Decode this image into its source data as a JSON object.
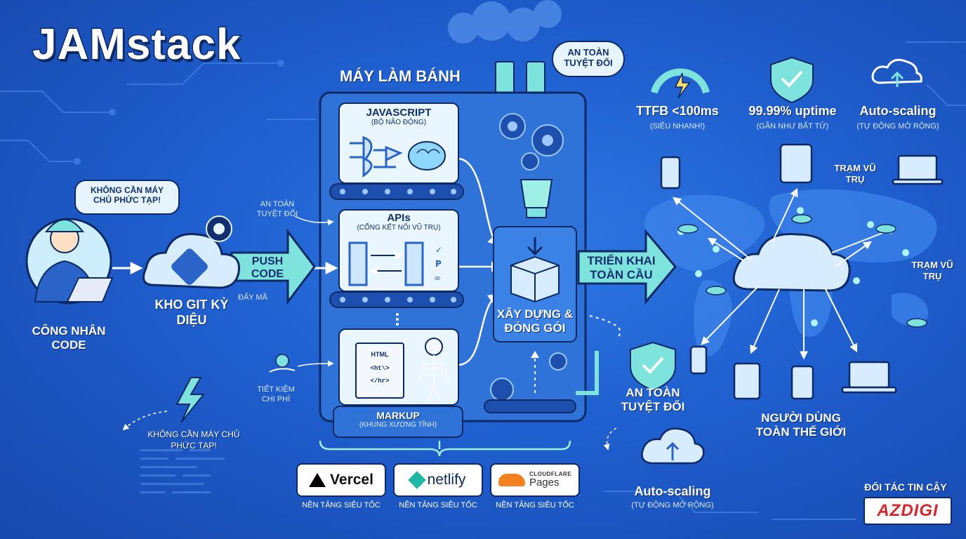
{
  "title": "JAMstack",
  "worker": {
    "bubble": "KHÔNG CẦN MÁY CHỦ PHỨC TẠP!",
    "label": "CÔNG NHÂN CODE"
  },
  "git": {
    "label": "KHO GIT KỲ DIỆU"
  },
  "push": {
    "label": "PUSH CODE",
    "sub": "ĐẨY MÃ"
  },
  "security_note_left": "AN TOÀN TUYỆT ĐỐI",
  "cost_note": "TIẾT KIỆM CHI PHÍ",
  "lightning_note": "KHÔNG CẦN MÁY CHỦ PHỨC TẠP!",
  "factory": {
    "title": "MÁY LÀM BÁNH",
    "bubble": "AN TOÀN TUYỆT ĐỐI",
    "javascript": {
      "title": "JAVASCRIPT",
      "sub": "(BỘ NÃO ĐỘNG)"
    },
    "apis": {
      "title": "APIs",
      "sub": "(CỔNG KẾT NỐI VŨ TRỤ)"
    },
    "markup": {
      "title": "MARKUP",
      "sub": "(KHUNG XƯƠNG TĨNH)"
    },
    "html_tags": [
      "HTML",
      "<ht\\>",
      "</hr>"
    ],
    "build": "XÂY DỰNG & ĐÓNG GÓI"
  },
  "deploy": {
    "label": "TRIỂN KHAI TOÀN CẦU"
  },
  "metrics": [
    {
      "title": "TTFB <100ms",
      "sub": "(SIÊU NHANH!)"
    },
    {
      "title": "99.99% uptime",
      "sub": "(GẦN NHƯ BẤT TỬ)"
    },
    {
      "title": "Auto-scaling",
      "sub": "(TỰ ĐỘNG MỞ RỘNG)"
    }
  ],
  "stations": [
    "TRẠM VŨ TRỤ",
    "TRẠM VŨ TRỤ"
  ],
  "users": "NGƯỜI DÙNG TOÀN THẾ GIỚI",
  "bottom_security": "AN TOÀN TUYỆT ĐỐI",
  "bottom_scaling": {
    "title": "Auto-scaling",
    "sub": "(TỰ ĐỘNG MỞ RỘNG)"
  },
  "partners": [
    {
      "name": "Vercel",
      "tag": "NỀN TẢNG SIÊU TỐC"
    },
    {
      "name": "netlify",
      "tag": "NỀN TẢNG SIÊU TỐC"
    },
    {
      "name": "Pages",
      "brand_top": "CLOUDFLARE",
      "tag": "NỀN TẢNG SIÊU TỐC"
    }
  ],
  "trusted_partner": {
    "label": "ĐỐI TÁC TIN CẬY",
    "logo": "AZDIGI"
  },
  "colors": {
    "background": "#1f5fcf",
    "accent": "#7fe3dd",
    "outline": "#0d2a66",
    "panel": "#2f73d8"
  }
}
